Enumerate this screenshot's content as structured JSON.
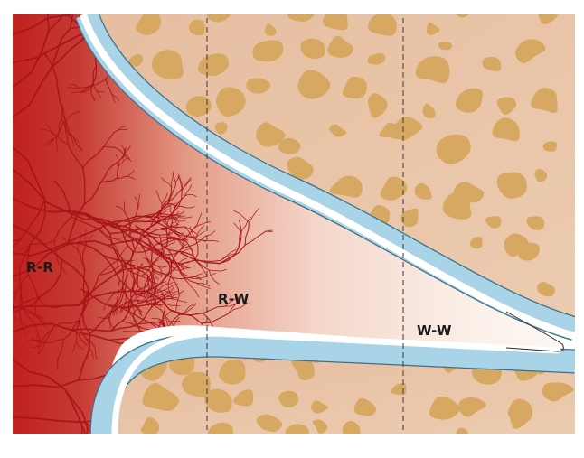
{
  "diagram": {
    "zones": [
      {
        "id": "red-red",
        "label": "R-R"
      },
      {
        "id": "red-white",
        "label": "R-W"
      },
      {
        "id": "white-white",
        "label": "W-W"
      }
    ],
    "colors": {
      "vascular_red": "#c0221e",
      "vessel_line": "#a8151a",
      "bone_background": "#e9c4a6",
      "bone_pore": "#d7a861",
      "cartilage_blue": "#a9d3e6",
      "white_zone": "#fbf1ea"
    }
  }
}
